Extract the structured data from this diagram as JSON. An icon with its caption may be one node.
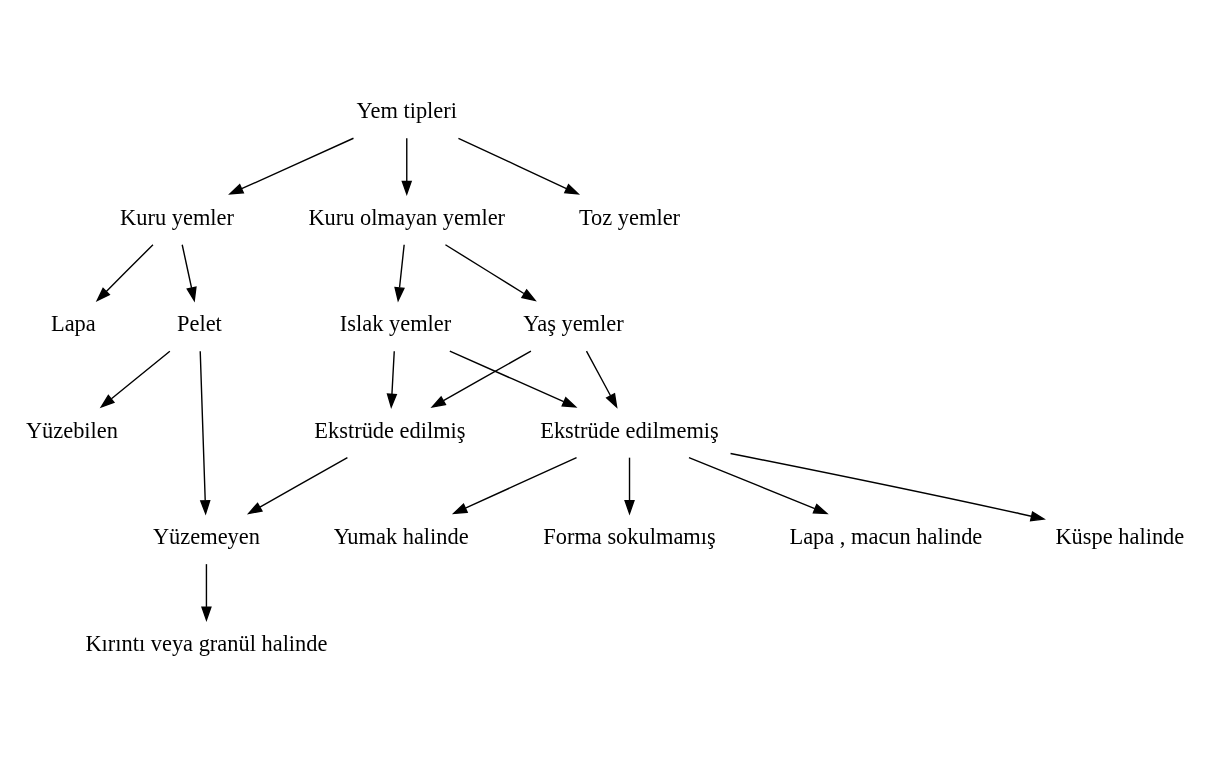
{
  "diagram": {
    "nodes": [
      {
        "text": [
          "Yem tipleri"
        ]
      },
      {
        "text": [
          "Kuru yemler"
        ]
      },
      {
        "text": [
          "Toz yemler"
        ]
      },
      {
        "text": [
          "Kuru olmayan yemler"
        ]
      },
      {
        "text": [
          "Lapa"
        ]
      },
      {
        "text": [
          "Pelet"
        ]
      },
      {
        "text": [
          "Islak yemler"
        ]
      },
      {
        "text": [
          "Yaş yemler"
        ]
      },
      {
        "text": [
          "Ekstrüde edilmemiş"
        ]
      },
      {
        "text": [
          "Forma sokulmamış"
        ]
      },
      {
        "text": [
          "Lapa , macun halinde"
        ]
      },
      {
        "text": [
          "Küspe halinde"
        ]
      },
      {
        "text": [
          "Yumak halinde"
        ]
      },
      {
        "text": [
          "Yüzebilen"
        ]
      },
      {
        "text": [
          "Ekstrüde edilmiş"
        ]
      },
      {
        "text": [
          "Yüzemeyen"
        ]
      },
      {
        "text": [
          "Kırıntı veya granül halinde"
        ]
      }
    ],
    "edges": [
      {
        "from": 0,
        "to": 1,
        "arrow": "to"
      },
      {
        "from": 0,
        "to": 2,
        "arrow": "to"
      },
      {
        "from": 0,
        "to": 3,
        "arrow": "to"
      },
      {
        "from": 1,
        "to": 4,
        "arrow": "to"
      },
      {
        "from": 1,
        "to": 5,
        "arrow": "to"
      },
      {
        "from": 3,
        "to": 6,
        "arrow": "to"
      },
      {
        "from": 3,
        "to": 7,
        "arrow": "to"
      },
      {
        "from": 6,
        "to": 8,
        "arrow": "to"
      },
      {
        "from": 7,
        "to": 8,
        "arrow": "to"
      },
      {
        "from": 8,
        "to": 9,
        "arrow": "to"
      },
      {
        "from": 8,
        "to": 10,
        "arrow": "to"
      },
      {
        "from": 8,
        "to": 11,
        "arrow": "to"
      },
      {
        "from": 8,
        "to": 12,
        "arrow": "to"
      },
      {
        "from": 5,
        "to": 13,
        "arrow": "to"
      },
      {
        "from": 5,
        "to": 15,
        "arrow": "to"
      },
      {
        "from": 6,
        "to": 14,
        "arrow": "to"
      },
      {
        "from": 7,
        "to": 14,
        "arrow": "to"
      },
      {
        "from": 14,
        "to": 15,
        "arrow": "to"
      },
      {
        "from": 15,
        "to": 16,
        "arrow": "to"
      }
    ]
  }
}
